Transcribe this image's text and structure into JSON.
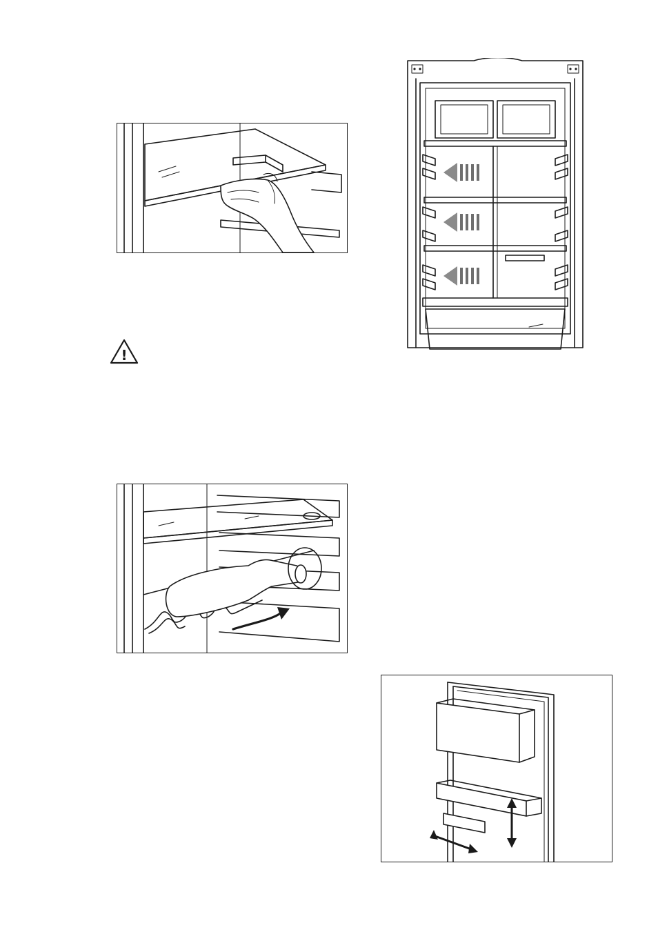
{
  "page": {
    "background": "#ffffff",
    "line_color": "#1a1a1a",
    "arrow_gray": "#8a8a8a"
  },
  "figures": {
    "shelf_removal": {
      "icon": "hand-lifting-glass-shelf-illustration"
    },
    "warning": {
      "icon": "warning-triangle-icon",
      "symbol": "!"
    },
    "bottle_rack": {
      "icon": "bottle-rack-illustration"
    },
    "fridge_interior": {
      "icon": "fridge-interior-illustration",
      "shelf_arrows": 3
    },
    "door_shelves": {
      "icon": "door-balcony-adjust-illustration"
    }
  }
}
